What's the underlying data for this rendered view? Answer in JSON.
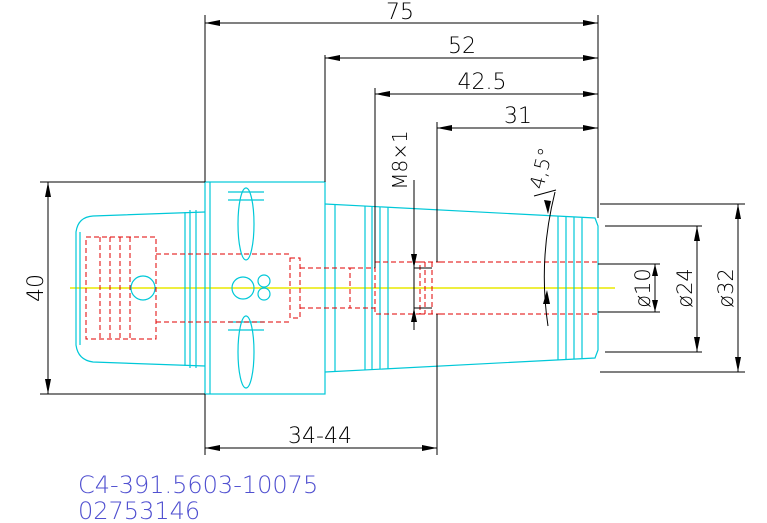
{
  "dimensions": {
    "overall_length": "75",
    "length_52": "52",
    "length_42_5": "42.5",
    "length_31": "31",
    "thread": "M8×1",
    "taper_angle": "4,5°",
    "flange_diameter": "40",
    "bore_diameter": "ø10",
    "shank_diameter_24": "ø24",
    "shank_diameter_32": "ø32",
    "adjust_range": "34-44"
  },
  "part": {
    "article_number": "C4-391.5603-10075",
    "order_number": "02753146"
  },
  "colors": {
    "outline": "#00c8d8",
    "hidden_lines": "#e00000",
    "center_axis": "#e8e800",
    "dimensions": "#000000",
    "part_text": "#5050d0"
  }
}
